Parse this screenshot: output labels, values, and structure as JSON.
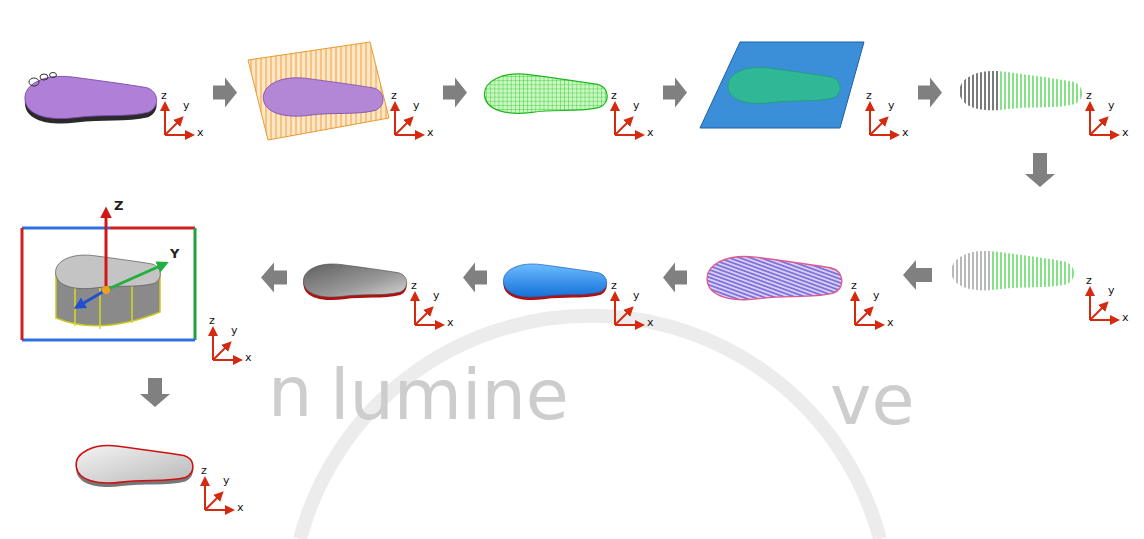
{
  "diagram": {
    "nodes": [
      {
        "text": [
          "z",
          "y",
          "x"
        ]
      },
      {
        "text": [
          "z",
          "y",
          "x"
        ]
      },
      {
        "text": [
          "z",
          "y",
          "x"
        ]
      },
      {
        "text": [
          "z",
          "y",
          "x"
        ]
      },
      {
        "text": [
          "z",
          "y",
          "x"
        ]
      },
      {
        "text": [
          "z",
          "y",
          "x"
        ]
      },
      {
        "text": [
          "z",
          "y",
          "x"
        ]
      },
      {
        "text": [
          "z",
          "y",
          "x"
        ]
      },
      {
        "text": [
          "z",
          "y",
          "x"
        ]
      },
      {
        "text": [
          "Z",
          "Y",
          "z",
          "y",
          "x"
        ]
      },
      {
        "text": [
          "z",
          "y",
          "x"
        ]
      }
    ],
    "edges": [
      {
        "from": 0,
        "to": 1,
        "arrow": "to"
      },
      {
        "from": 1,
        "to": 2,
        "arrow": "to"
      },
      {
        "from": 2,
        "to": 3,
        "arrow": "to"
      },
      {
        "from": 3,
        "to": 4,
        "arrow": "to"
      },
      {
        "from": 4,
        "to": 5,
        "arrow": "to"
      },
      {
        "from": 5,
        "to": 6,
        "arrow": "to"
      },
      {
        "from": 6,
        "to": 7,
        "arrow": "to"
      },
      {
        "from": 7,
        "to": 8,
        "arrow": "to"
      },
      {
        "from": 8,
        "to": 9,
        "arrow": "to"
      },
      {
        "from": 9,
        "to": 10,
        "arrow": "to"
      }
    ],
    "labels": [
      "n",
      "lumine",
      "ve"
    ]
  }
}
